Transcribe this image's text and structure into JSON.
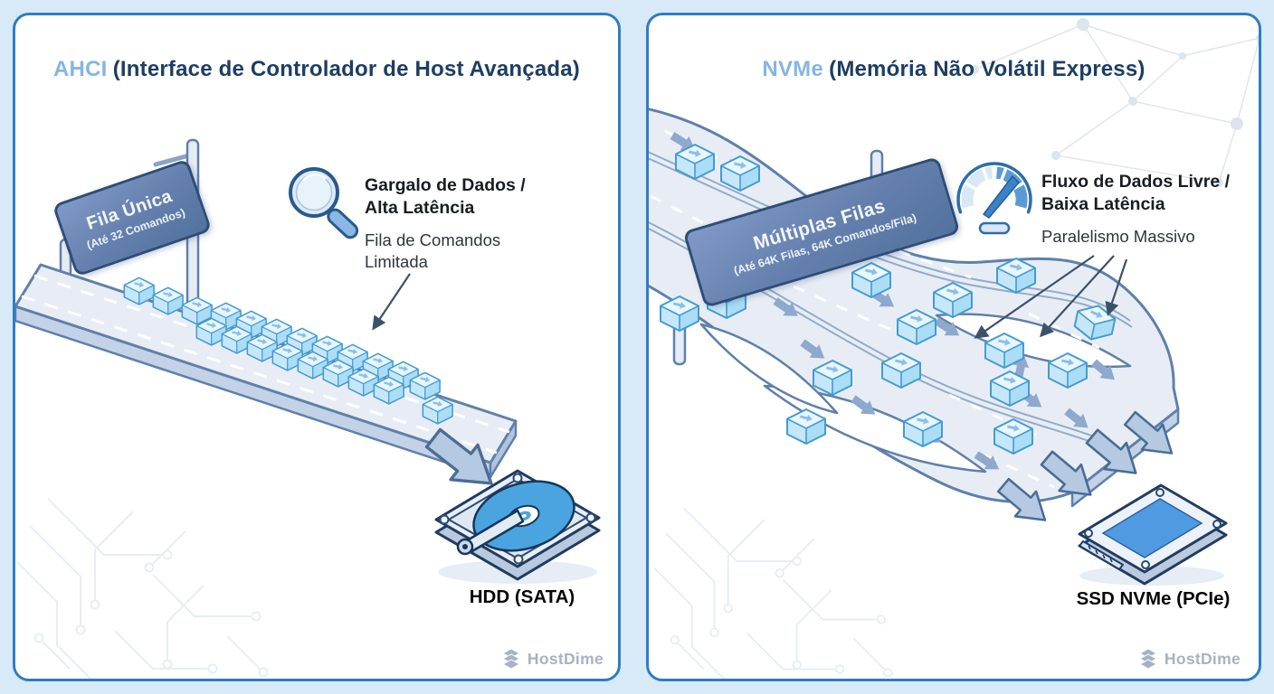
{
  "ahci": {
    "title_accent": "AHCI",
    "title_rest": "(Interface de Controlador de Host Avançada)",
    "sign_line1": "Fila Única",
    "sign_line2": "(Até 32 Comandos)",
    "callout_title_line1": "Gargalo de Dados /",
    "callout_title_line2": "Alta Latência",
    "callout_sub_line1": "Fila de Comandos",
    "callout_sub_line2": "Limitada",
    "device_label": "HDD (SATA)",
    "brand": "HostDime"
  },
  "nvme": {
    "title_accent": "NVMe",
    "title_rest": "(Memória Não Volátil Express)",
    "sign_line1": "Múltiplas Filas",
    "sign_line2": "(Até 64K Filas, 64K Comandos/Fila)",
    "callout_title_line1": "Fluxo de Dados Livre /",
    "callout_title_line2": "Baixa Latência",
    "callout_sub_line1": "Paralelismo Massivo",
    "device_label": "SSD NVMe (PCIe)",
    "brand": "HostDime"
  },
  "icons": {
    "ahci_callout": "magnifier-icon",
    "nvme_callout": "speedometer-icon",
    "ahci_device": "hdd-drive-icon",
    "nvme_device": "ssd-drive-icon",
    "brand": "hostdime-layers-icon"
  },
  "colors": {
    "background": "#d8e9f8",
    "panel_border": "#2e7dc2",
    "title_accent": "#85b5e2",
    "title_dark": "#1d3e63",
    "road_fill": "#e8edf5",
    "road_edge": "#5f80aa",
    "cube_stroke": "#449bd3",
    "sign_blue": "#647fad",
    "platter_blue": "#49a4e0",
    "brand_gray": "#a7b2c3"
  }
}
